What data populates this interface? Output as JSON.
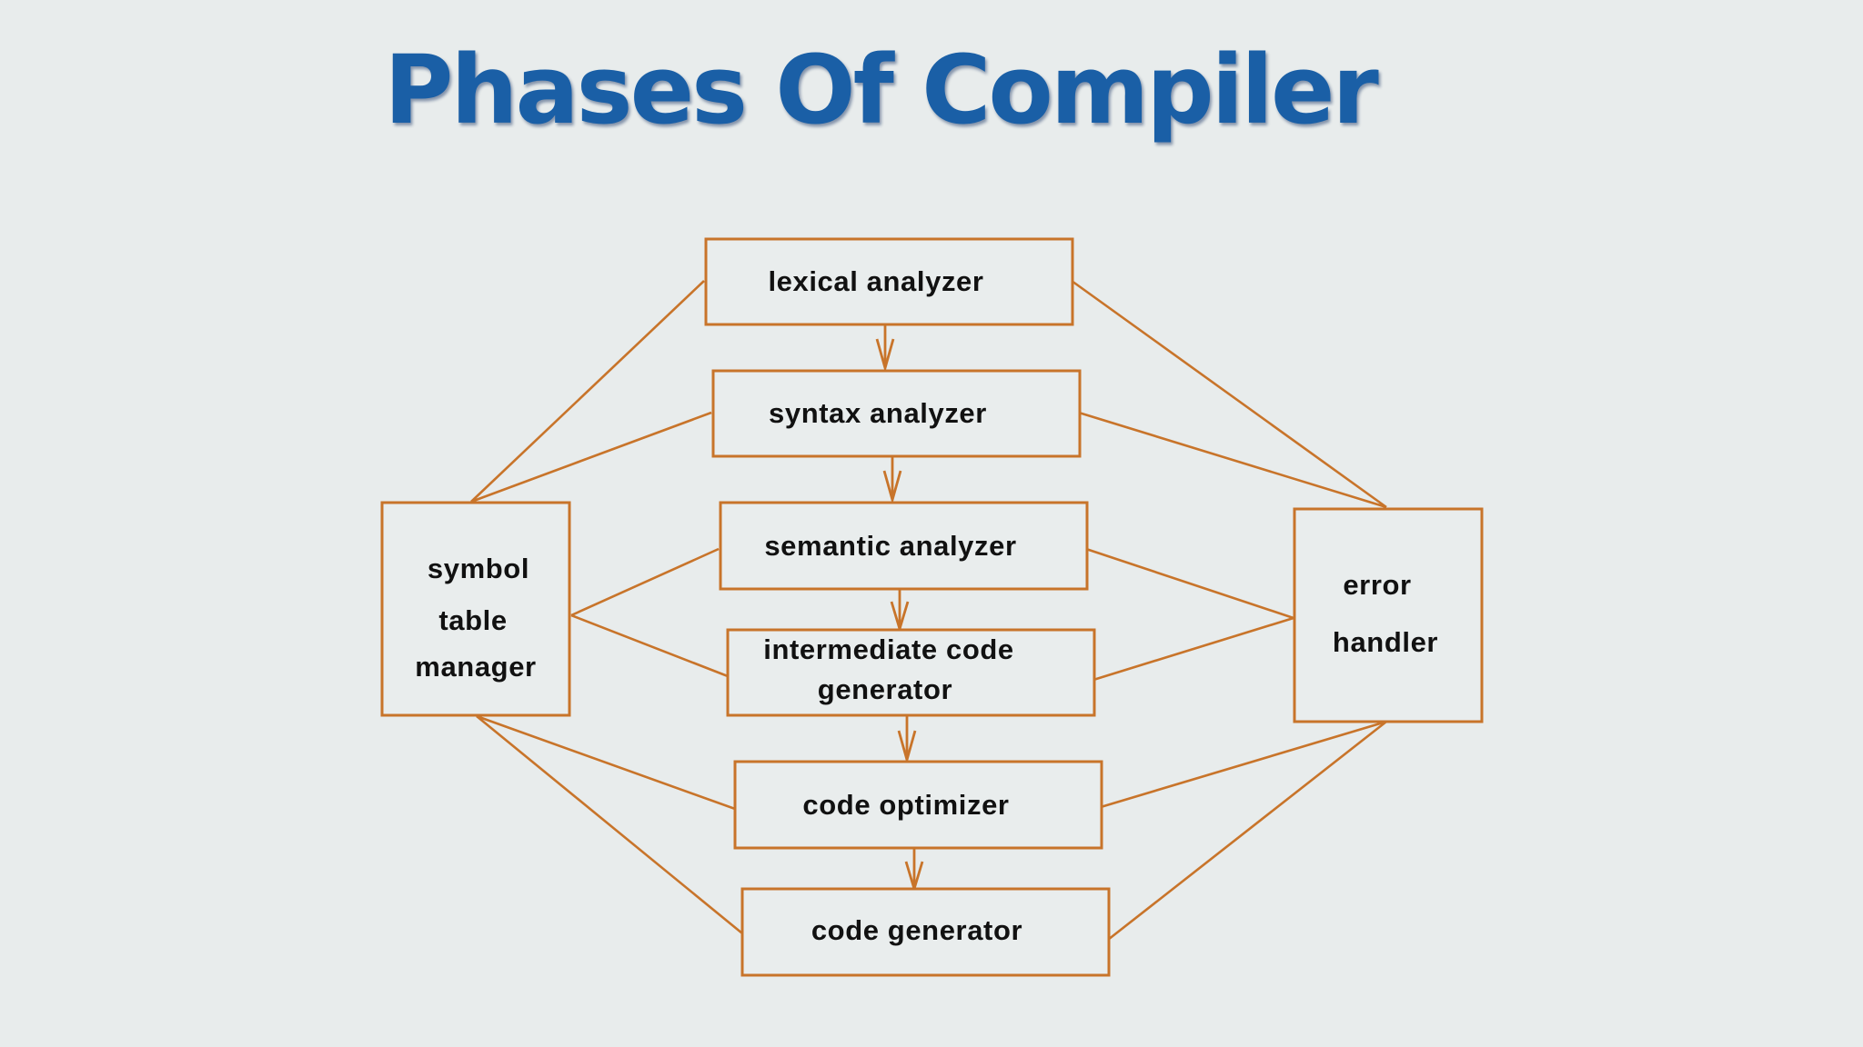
{
  "title": "Phases Of Compiler",
  "phases": [
    {
      "id": "lexical",
      "lines": [
        "lexical analyzer"
      ]
    },
    {
      "id": "syntax",
      "lines": [
        "syntax analyzer"
      ]
    },
    {
      "id": "semantic",
      "lines": [
        "semantic analyzer"
      ]
    },
    {
      "id": "intermediate",
      "lines": [
        "intermediate code",
        "generator"
      ]
    },
    {
      "id": "optimizer",
      "lines": [
        "code optimizer"
      ]
    },
    {
      "id": "codegen",
      "lines": [
        "code generator"
      ]
    }
  ],
  "side_boxes": [
    {
      "id": "symbol-table-manager",
      "lines": [
        "symbol",
        "table",
        "manager"
      ]
    },
    {
      "id": "error-handler",
      "lines": [
        "error",
        "handler"
      ]
    }
  ],
  "colors": {
    "title": "#1a5fa6",
    "stroke": "#c8742a",
    "background": "#e8ecec",
    "text": "#111111"
  }
}
